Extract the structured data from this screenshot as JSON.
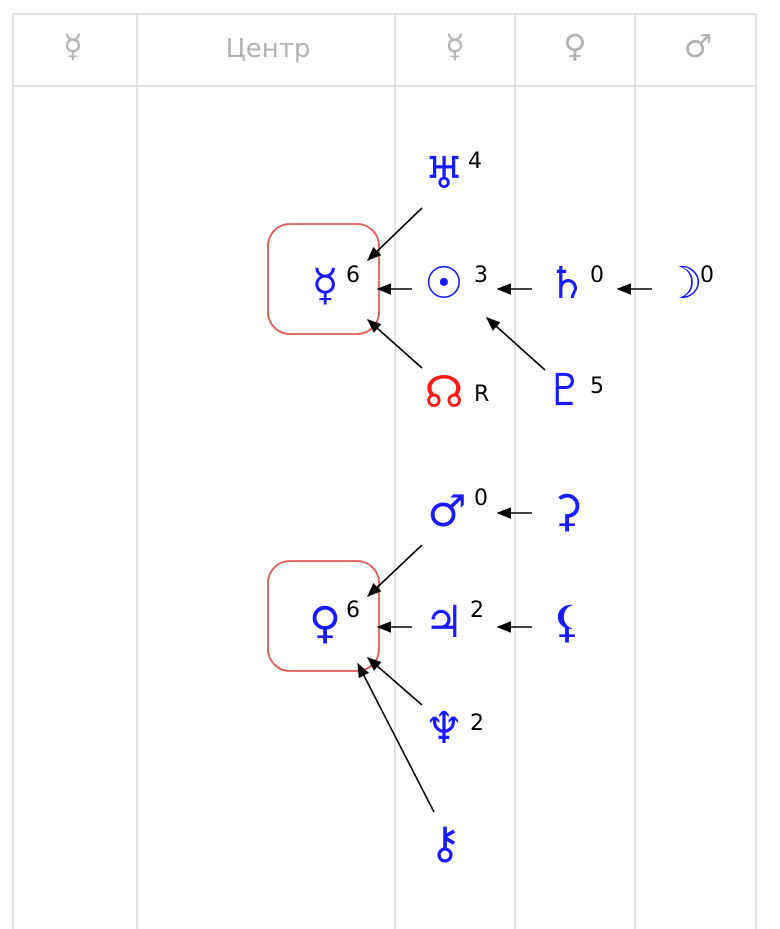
{
  "header": {
    "col1": "☿",
    "col2": "Центр",
    "col3": "☿",
    "col4": "♀",
    "col5": "♂"
  },
  "colors": {
    "planet": "#1a1aff",
    "node": "#ff1a1a",
    "box": "#e05a5a",
    "header_text": "#b3b3b3",
    "grid": "#dcdcdc"
  },
  "groups": [
    {
      "center": {
        "symbol": "☿",
        "degree": "6"
      },
      "planets": [
        {
          "symbol": "♅",
          "degree": "4"
        },
        {
          "symbol": "☉",
          "degree": "3"
        },
        {
          "symbol": "♄",
          "degree": "0"
        },
        {
          "symbol": "☽",
          "degree": "0"
        },
        {
          "symbol": "☊",
          "degree": "R"
        },
        {
          "symbol": "♇",
          "degree": "5"
        }
      ]
    },
    {
      "center": {
        "symbol": "♀",
        "degree": "6"
      },
      "planets": [
        {
          "symbol": "♂",
          "degree": "0"
        },
        {
          "symbol": "⚳",
          "degree": ""
        },
        {
          "symbol": "♃",
          "degree": "2"
        },
        {
          "symbol": "⚸",
          "degree": ""
        },
        {
          "symbol": "♆",
          "degree": "2"
        },
        {
          "symbol": "⚷",
          "degree": ""
        }
      ]
    }
  ]
}
